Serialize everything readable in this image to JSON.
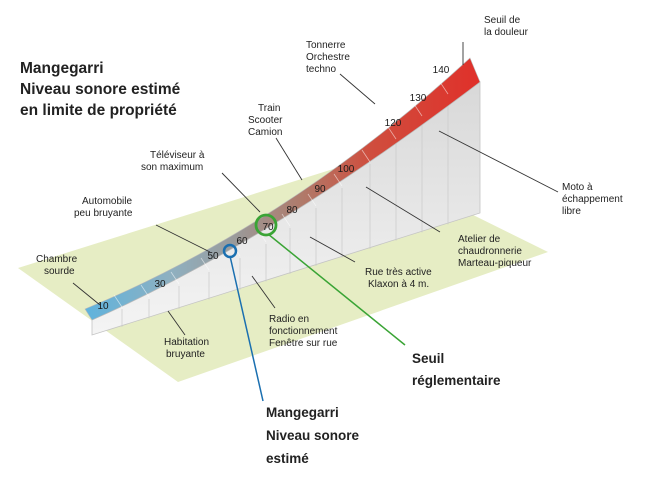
{
  "title": {
    "line1": "Mangegarri",
    "line2": "Niveau sonore estimé",
    "line3": "en limite de propriété"
  },
  "scale_values": [
    "10",
    "30",
    "50",
    "60",
    "70",
    "80",
    "90",
    "100",
    "120",
    "130",
    "140"
  ],
  "top_labels": {
    "chambre": [
      "Chambre",
      "sourde"
    ],
    "automobile": [
      "Automobile",
      "peu bruyante"
    ],
    "televiseur": [
      "Téléviseur à",
      "son maximum"
    ],
    "train": [
      "Train",
      "Scooter",
      "Camion"
    ],
    "tonnerre": [
      "Tonnerre",
      "Orchestre",
      "techno"
    ],
    "seuil_douleur": [
      "Seuil de",
      "la douleur"
    ]
  },
  "bottom_labels": {
    "habitation": [
      "Habitation",
      "bruyante"
    ],
    "radio": [
      "Radio en",
      "fonctionnement",
      "Fenêtre sur rue"
    ],
    "rue": [
      "Rue très active",
      "Klaxon à 4 m."
    ],
    "atelier": [
      "Atelier de",
      "chaudronnerie",
      "Marteau-piqueur"
    ],
    "moto": [
      "Moto à",
      "échappement",
      "libre"
    ]
  },
  "markers": {
    "estimated": {
      "lines": [
        "Mangegarri",
        "Niveau sonore",
        "estimé"
      ],
      "color": "#1a6fb0"
    },
    "threshold": {
      "lines": [
        "Seuil",
        "réglementaire"
      ],
      "color": "#3aa435"
    }
  },
  "colors": {
    "ground": "#e6edc4",
    "low": "#5fb3dd",
    "mid": "#9a9a9a",
    "high": "#d94a3b",
    "peak": "#e0302a"
  }
}
